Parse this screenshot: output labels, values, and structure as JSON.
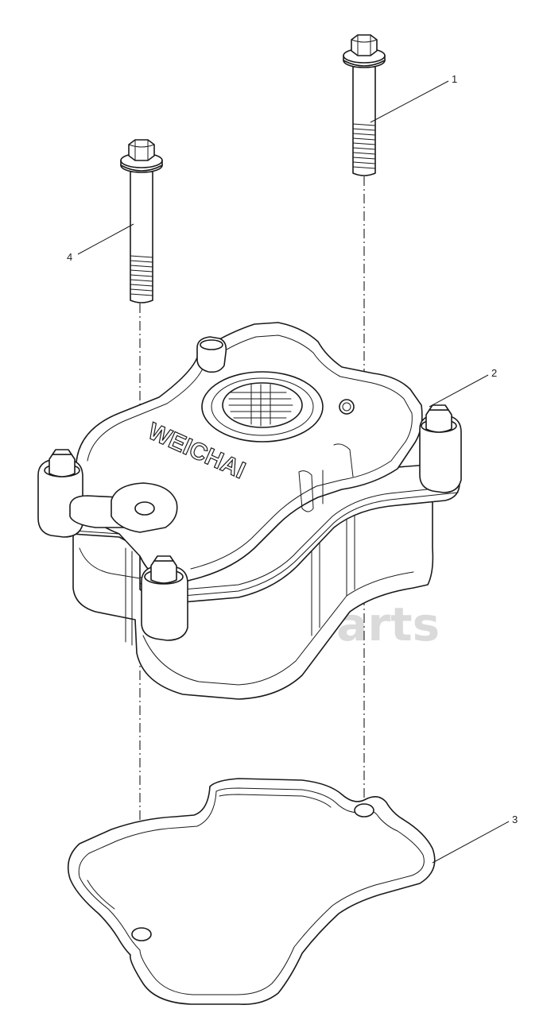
{
  "diagram": {
    "callouts": [
      {
        "id": "bolt-long",
        "label": "1"
      },
      {
        "id": "valve-cover",
        "label": "2"
      },
      {
        "id": "gasket",
        "label": "3"
      },
      {
        "id": "bolt-short",
        "label": "4"
      }
    ],
    "cover_logo_text": "WEICHAI",
    "watermark_text": "delta-parts",
    "colors": {
      "line": "#1a1a1a",
      "watermark": "#d4d4d4",
      "background": "#ffffff"
    }
  }
}
